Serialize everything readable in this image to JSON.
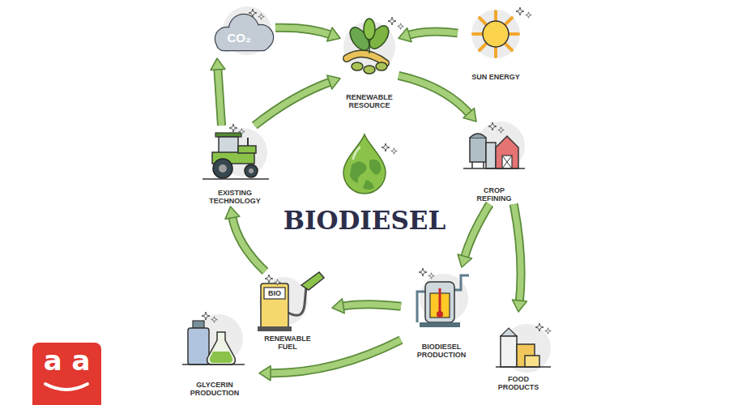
{
  "diagram": {
    "title": "BIODIESEL",
    "nodes": [
      {
        "text": [
          "CO₂"
        ]
      },
      {
        "text": [
          "RENEWABLE RESOURCE"
        ]
      },
      {
        "text": [
          "SUN ENERGY"
        ]
      },
      {
        "text": [
          "EXISTING TECHNOLOGY"
        ]
      },
      {
        "text": [
          "CROP REFINING"
        ]
      },
      {
        "text": [
          "RENEWABLE FUEL"
        ]
      },
      {
        "text": [
          "BIODIESEL PRODUCTION"
        ]
      },
      {
        "text": [
          "GLYCERIN PRODUCTION"
        ]
      },
      {
        "text": [
          "FOOD PRODUCTS"
        ]
      }
    ],
    "edges": [
      {
        "from": 0,
        "to": 1,
        "arrow": "to"
      },
      {
        "from": 2,
        "to": 1,
        "arrow": "to"
      },
      {
        "from": 1,
        "to": 4,
        "arrow": "to"
      },
      {
        "from": 4,
        "to": 6,
        "arrow": "to"
      },
      {
        "from": 4,
        "to": 8,
        "arrow": "to"
      },
      {
        "from": 6,
        "to": 5,
        "arrow": "to"
      },
      {
        "from": 6,
        "to": 7,
        "arrow": "to"
      },
      {
        "from": 5,
        "to": 3,
        "arrow": "to"
      },
      {
        "from": 3,
        "to": 0,
        "arrow": "to"
      },
      {
        "from": 3,
        "to": 1,
        "arrow": "to"
      }
    ],
    "labels": [
      "BIO",
      "a a"
    ]
  }
}
